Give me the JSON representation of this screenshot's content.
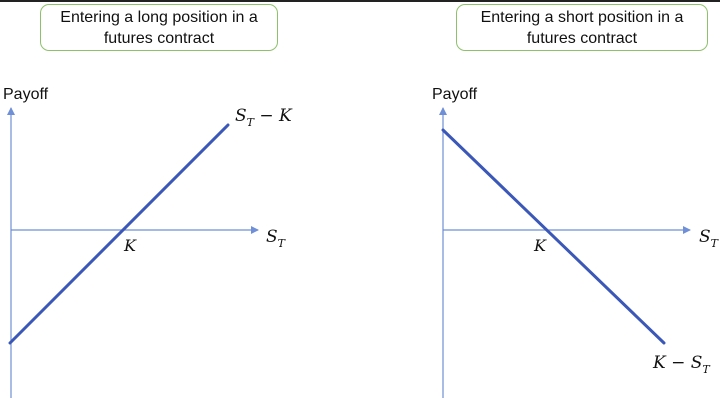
{
  "panels": [
    {
      "caption": "Entering a long position in a\nfutures contract",
      "y_axis_label": "Payoff",
      "x_axis_label": {
        "main": "S",
        "sub": "T"
      },
      "strike_label": "K",
      "payoff_label": {
        "main": "S",
        "sub": "T",
        "rest": " − K"
      }
    },
    {
      "caption": "Entering a short position in a\nfutures contract",
      "y_axis_label": "Payoff",
      "x_axis_label": {
        "main": "S",
        "sub": "T"
      },
      "strike_label": "K",
      "payoff_label": {
        "main": "K − S",
        "sub": "T",
        "rest": ""
      }
    }
  ],
  "colors": {
    "axis": "#6f8fd6",
    "payoff_line": "#3b58b8",
    "caption_border": "#8dc26b"
  }
}
